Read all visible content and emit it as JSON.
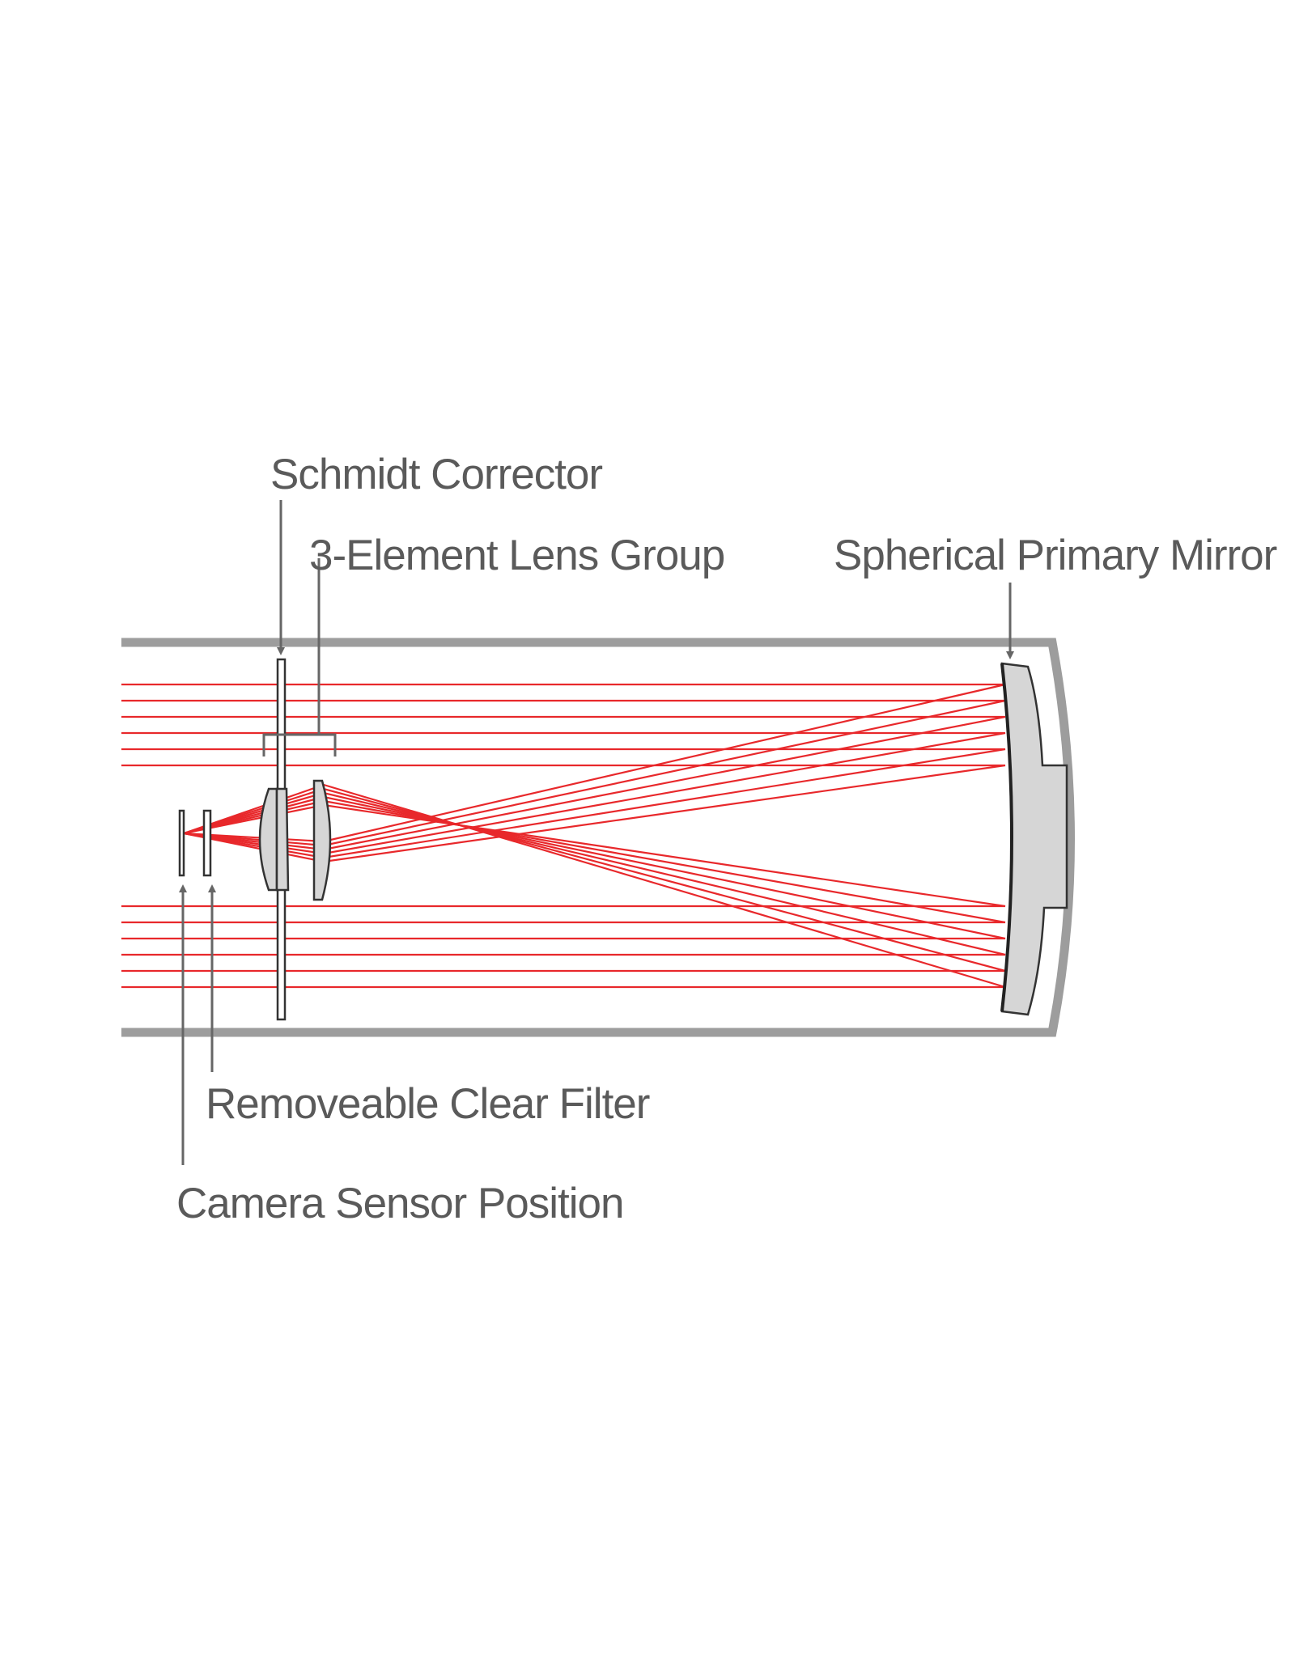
{
  "labels": {
    "schmidt_corrector": "Schmidt Corrector",
    "lens_group": "3-Element Lens Group",
    "primary_mirror": "Spherical Primary Mirror",
    "clear_filter": "Removeable Clear Filter",
    "sensor_position": "Camera Sensor Position"
  },
  "colors": {
    "ray": "#e8282b",
    "tube": "#9d9d9d",
    "optic_fill": "#d6d6d6",
    "optic_stroke": "#333333",
    "text": "#5a5a5a",
    "arrow": "#666666"
  }
}
